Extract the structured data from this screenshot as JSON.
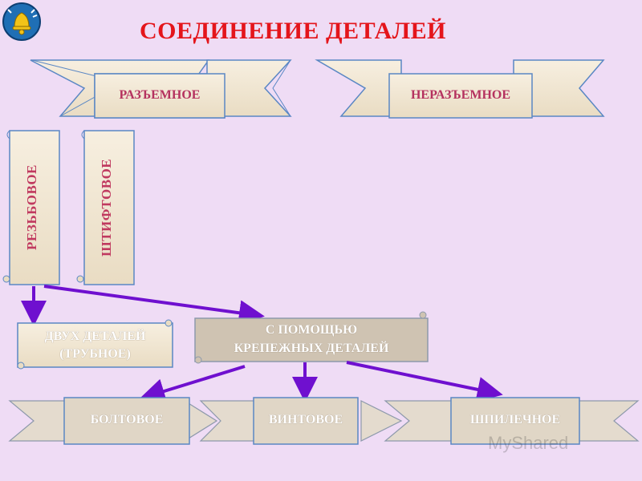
{
  "title": "СОЕДИНЕНИЕ ДЕТАЛЕЙ",
  "level1": {
    "left": "РАЗЪЕМНОЕ",
    "right": "НЕРАЗЪЕМНОЕ"
  },
  "level2": {
    "threaded": "РЕЗЬБОВОЕ",
    "pin": "ШТИФТОВОЕ"
  },
  "level3": {
    "two_parts_line1": "ДВУХ ДЕТАЛЕЙ",
    "two_parts_line2": "(ТРУБНОЕ)",
    "fasteners_line1": "С ПОМОЩЬЮ",
    "fasteners_line2": "КРЕПЕЖНЫХ ДЕТАЛЕЙ"
  },
  "level4": {
    "bolt": "БОЛТОВОЕ",
    "screw": "ВИНТОВОЕ",
    "stud": "ШПИЛЕЧНОЕ"
  },
  "watermark": "MyShared",
  "colors": {
    "background": "#efdcf5",
    "title": "#e4151b",
    "arrow": "#6f10cf",
    "parchment": "#f3e8d5",
    "parchment_border": "#5a87c4"
  }
}
